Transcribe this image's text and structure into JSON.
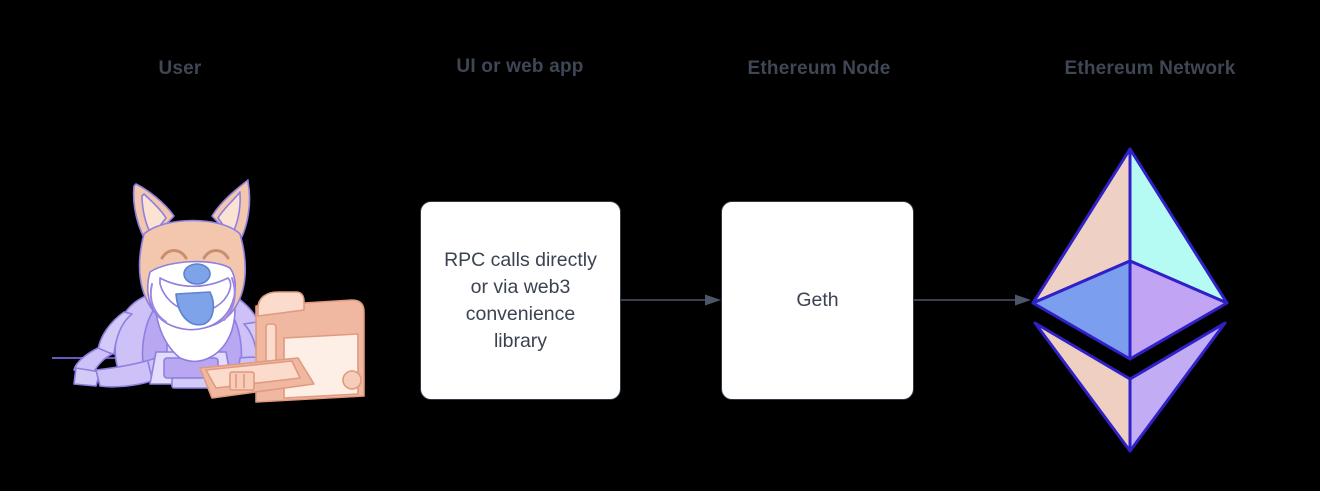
{
  "diagram": {
    "background_color": "#000000",
    "title_color": "#3f4654",
    "columns": [
      {
        "id": "user",
        "label": "User"
      },
      {
        "id": "ui",
        "label": "UI or web app"
      },
      {
        "id": "node",
        "label": "Ethereum Node"
      },
      {
        "id": "network",
        "label": "Ethereum Network"
      }
    ],
    "nodes": [
      {
        "id": "rpc-box",
        "label": "RPC calls directly\nor via web3\nconvenience\nlibrary",
        "fill": "#ffffff",
        "stroke": "#2f3a45"
      },
      {
        "id": "geth-box",
        "label": "Geth",
        "fill": "#ffffff",
        "stroke": "#2f3a45"
      }
    ],
    "arrows": [
      {
        "id": "arrow-rpc-to-geth",
        "from": "rpc-box",
        "to": "geth-box",
        "color": "#4d5668"
      },
      {
        "id": "arrow-geth-to-network",
        "from": "geth-box",
        "to": "ethereum-logo",
        "color": "#4d5668"
      }
    ],
    "artwork": {
      "user_illustration": {
        "name": "shiba-astronaut-at-computer",
        "colors": {
          "fur": "#f3c6ae",
          "fur_light": "#fbe3d4",
          "belly": "#ffffff",
          "suit": "#b9a7f2",
          "suit_light": "#d4caf8",
          "suit_dark": "#9b87e6",
          "outline": "#8f7fe0",
          "tongue": "#7fa3e8",
          "nose": "#7fa3e8",
          "computer_body": "#f0b8a0",
          "computer_light": "#fbdccc",
          "computer_screen": "#fdeee6",
          "desk_line": "#6a58c0"
        }
      },
      "ethereum_logo": {
        "name": "ethereum-diamond-logo",
        "colors": {
          "outline": "#2f20c8",
          "top_left": "#efd0c5",
          "top_right": "#b6fbf3",
          "mid_left": "#7c9eef",
          "mid_right": "#c1a5f4",
          "bottom_left": "#efcfc2",
          "bottom_right": "#c2adf5"
        }
      }
    }
  }
}
